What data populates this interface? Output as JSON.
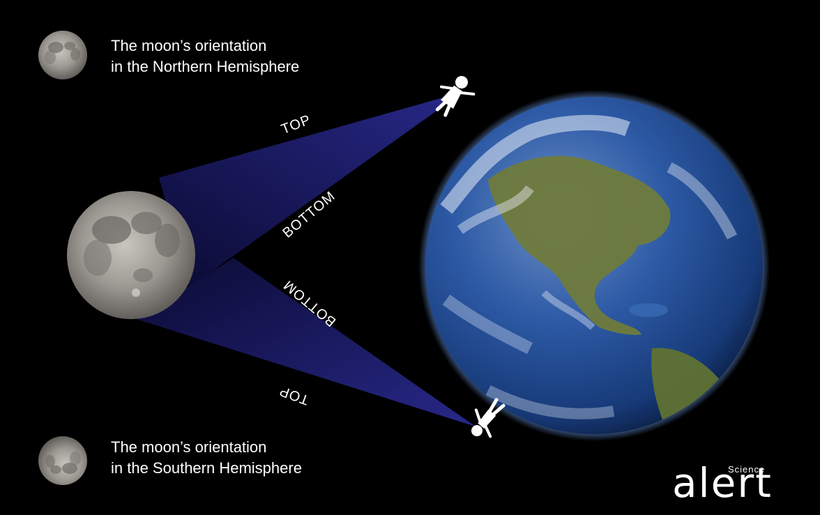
{
  "captions": {
    "north": {
      "line1": "The moon’s orientation",
      "line2": "in the Northern Hemisphere"
    },
    "south": {
      "line1": "The moon’s orientation",
      "line2": "in the Southern Hemisphere"
    }
  },
  "ray_labels": {
    "top_north": "TOP",
    "bottom_north": "BOTTOM",
    "bottom_south": "BOTTOM",
    "top_south": "TOP"
  },
  "brand": {
    "super": "Science",
    "name": "alert"
  },
  "colors": {
    "background": "#000000",
    "ray": "#1c1c6e",
    "ocean": "#1f4f9a",
    "land": "#6e7a3a",
    "moon": "#9a9a9a",
    "text": "#ffffff"
  },
  "icons": {
    "observer_north": "person-standing-icon",
    "observer_south": "person-inverted-icon"
  }
}
